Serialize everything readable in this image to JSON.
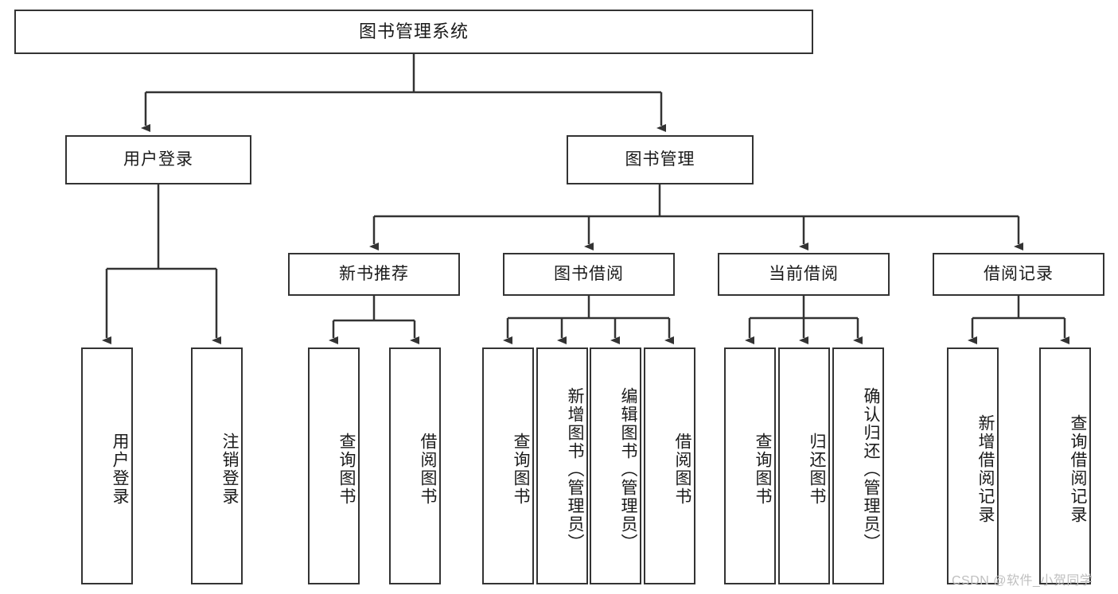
{
  "diagram": {
    "title": "图书管理系统",
    "type": "tree",
    "watermark": "CSDN @软件_小贺同学",
    "colors": {
      "stroke": "#333333",
      "fill": "#ffffff",
      "text": "#1a1a1a",
      "watermark": "#bfbfbf"
    },
    "root": {
      "label": "图书管理系统"
    },
    "level1": [
      {
        "label": "用户登录"
      },
      {
        "label": "图书管理"
      }
    ],
    "level2": [
      {
        "label": "新书推荐"
      },
      {
        "label": "图书借阅"
      },
      {
        "label": "当前借阅"
      },
      {
        "label": "借阅记录"
      }
    ],
    "leaves_user_login": [
      {
        "label": "用户登录"
      },
      {
        "label": "注销登录"
      }
    ],
    "leaves_new_books": [
      {
        "label": "查询图书"
      },
      {
        "label": "借阅图书"
      }
    ],
    "leaves_book_borrow": [
      {
        "label": "查询图书"
      },
      {
        "label": "新增图书（管理员）"
      },
      {
        "label": "编辑图书（管理员）"
      },
      {
        "label": "借阅图书"
      }
    ],
    "leaves_current_borrow": [
      {
        "label": "查询图书"
      },
      {
        "label": "归还图书"
      },
      {
        "label": "确认归还（管理员）"
      }
    ],
    "leaves_borrow_record": [
      {
        "label": "新增借阅记录"
      },
      {
        "label": "查询借阅记录"
      }
    ]
  }
}
